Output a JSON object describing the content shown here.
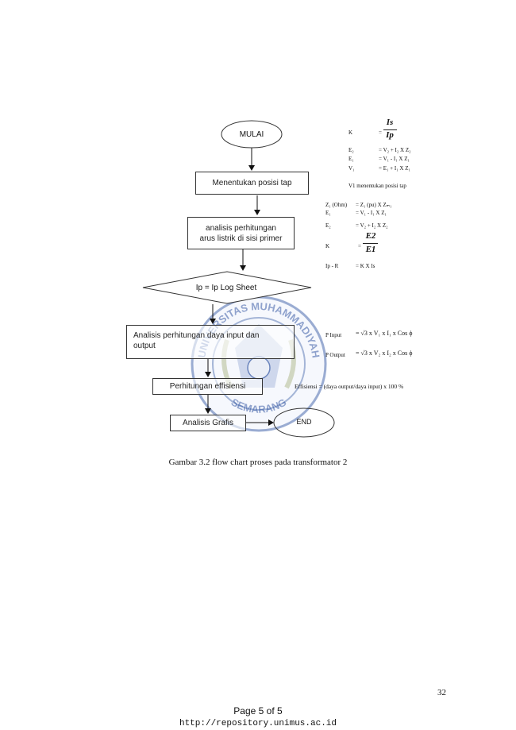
{
  "flowchart": {
    "start": "MULAI",
    "step1": "Menentukan posisi tap",
    "step2_line1": "analisis perhitungan",
    "step2_line2": "arus listrik di sisi primer",
    "decision": "Ip = Ip Log Sheet",
    "step3_line1": "Analisis perhitungan daya input dan",
    "step3_line2": "output",
    "step4": "Perhitungan effisiensi",
    "step5": "Analisis Grafis",
    "end": "END"
  },
  "equations": {
    "k_label": "K",
    "k_eq": "=",
    "k_num": "Is",
    "k_den": "Ip",
    "e2_label": "E₂",
    "e2_expr": "= V₂ + I₂ X Z₂",
    "e1_label": "E₁",
    "e1_expr": "= V₁ - I₁ X Z₁",
    "v1_label": "V₁",
    "v1_expr": "= E₁ + I₁ X Z₁",
    "v1_note": "V1 menentukan posisi tap",
    "z1_label": "Z₁ (Ohm)",
    "z1_expr": "= Z₁ (pu) X Zₘ₁",
    "e1b_label": "E₁",
    "e1b_expr": "= V₁ - I₁ X Z₁",
    "e2b_label": "E₂",
    "e2b_expr": "= V₂ + I₂ X Z₂",
    "k2_label": "K",
    "k2_eq": "=",
    "k2_num": "E2",
    "k2_den": "E1",
    "ipr_label": "Ip - R",
    "ipr_expr": "= K X Is",
    "pin_label": "P Input",
    "pin_expr": "= √3 x V₁ x I₁ x Cos ϕ",
    "pout_label": "P Output",
    "pout_expr": "= √3 x V₂ x I₂ x Cos ϕ",
    "eff_expr": "Effisiensi = (daya output/daya input) x 100 %"
  },
  "caption": "Gambar 3.2 flow chart proses pada transformator 2",
  "page_number": "32",
  "footer": {
    "page_of": "Page 5 of 5",
    "url": "http://repository.unimus.ac.id"
  },
  "watermark": {
    "text_top": "UNIVERSITAS MUHAMMADIYAH",
    "text_bottom": "SEMARANG",
    "color": "#2a4f9e"
  }
}
